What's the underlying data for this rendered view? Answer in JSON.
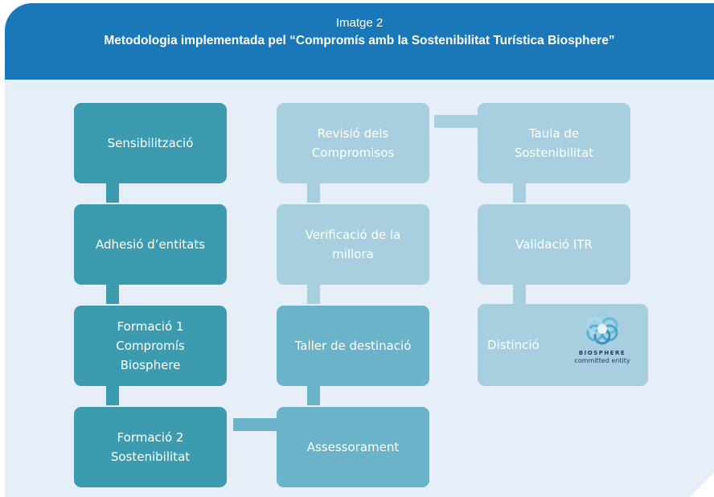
{
  "header": {
    "kicker": "Imatge 2",
    "title": "Metodologia implementada pel “Compromís amb la Sostenibilitat Turística Biosphere”"
  },
  "boxes": {
    "sensibilitzacio": "Sensibilització",
    "adhesio": "Adhesió d’entitats",
    "formacio1": "Formació  1 Compromís Biosphere",
    "formacio2": "Formació 2 Sostenibilitat",
    "assessorament": "Assessorament",
    "taller": "Taller de destinació",
    "verificacio": "Verificació de la millora",
    "revisio": "Revisió dels Compromisos",
    "taula": "Taula de Sostenibilitat",
    "validacio": "Validació ITR",
    "distincio": "Distinció"
  },
  "logo": {
    "name": "BIOSPHERE",
    "tagline": "committed entity",
    "icon": "biosphere-logo-icon"
  },
  "colors": {
    "header": "#1a78b9",
    "background": "#e6eef7",
    "dark": "#3d9bb0",
    "mid": "#6ab3c8",
    "light": "#a7cfe0"
  }
}
